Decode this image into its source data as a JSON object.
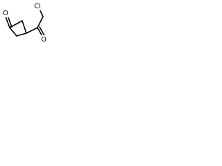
{
  "molecule": {
    "atoms": {
      "ring_oxygen_carbonyl": "O",
      "ketone_oxygen": "O",
      "chlorine": "Cl"
    }
  }
}
